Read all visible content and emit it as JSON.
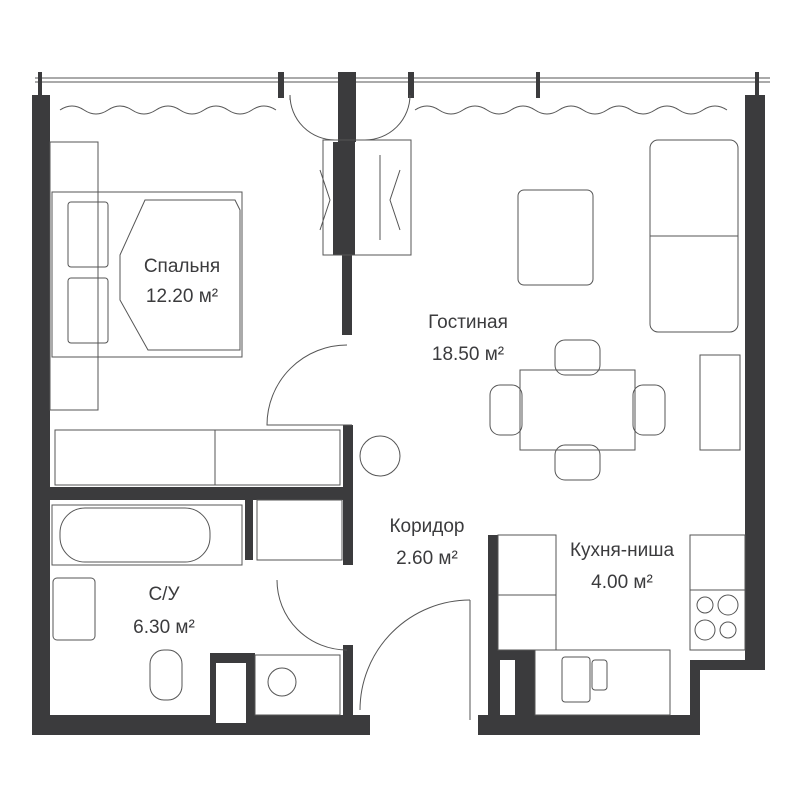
{
  "rooms": [
    {
      "name": "Спальня",
      "area": "12.20 м²"
    },
    {
      "name": "Гостиная",
      "area": "18.50 м²"
    },
    {
      "name": "Коридор",
      "area": "2.60 м²"
    },
    {
      "name": "Кухня-ниша",
      "area": "4.00 м²"
    },
    {
      "name": "С/У",
      "area": "6.30 м²"
    }
  ],
  "colors": {
    "wall": "#3b3b3d",
    "background": "#ffffff"
  }
}
